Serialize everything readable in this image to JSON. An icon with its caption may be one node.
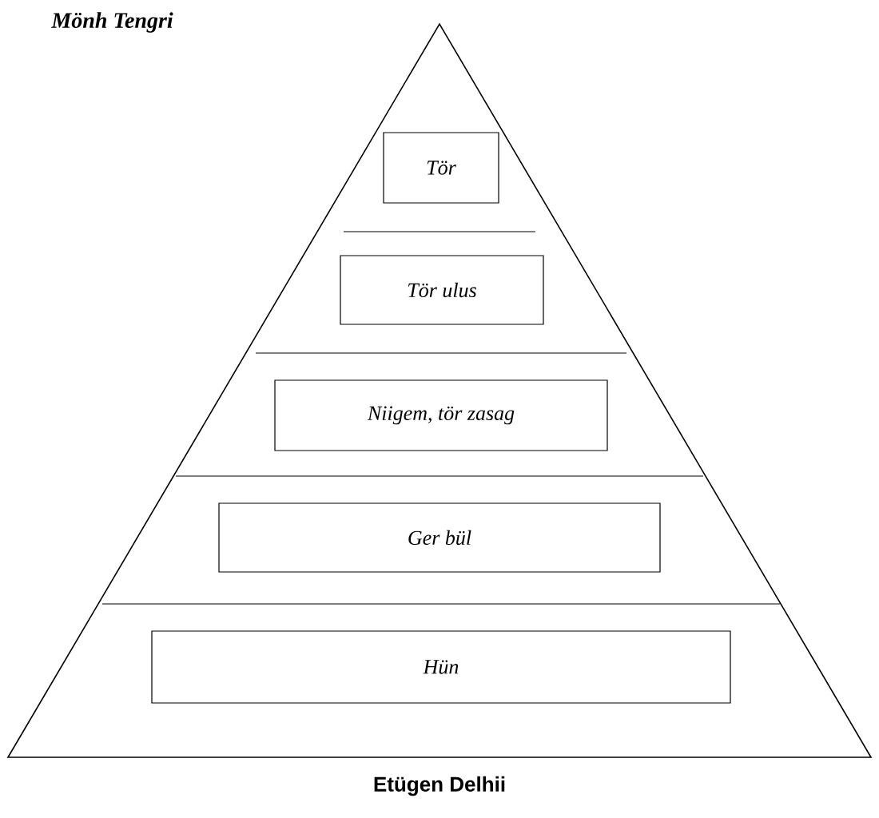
{
  "diagram": {
    "nodes": [
      {
        "text": [
          "Tör"
        ]
      },
      {
        "text": [
          "Tör ulus"
        ]
      },
      {
        "text": [
          "Niigem, tör zasag"
        ]
      },
      {
        "text": [
          "Ger bül"
        ]
      },
      {
        "text": [
          "Hün"
        ]
      }
    ],
    "labels": [
      "Mönh Tengri",
      "Etügen Delhii"
    ]
  }
}
